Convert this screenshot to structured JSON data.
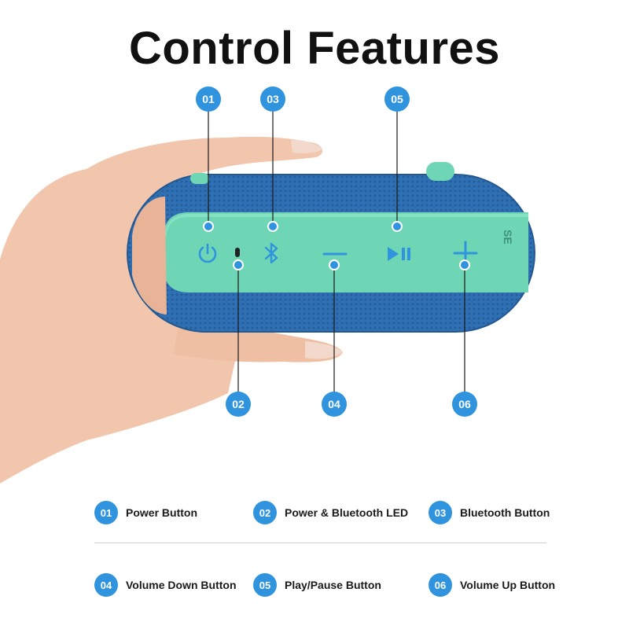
{
  "title": "Control Features",
  "brand_partial": "SE",
  "colors": {
    "accent": "#2f93dd",
    "speaker_fabric": "#2f6fb3",
    "control_panel": "#6ed6b4",
    "skin": "#f1c6ad"
  },
  "icons": {
    "power": "power-icon",
    "led": "led-indicator-icon",
    "bluetooth": "bluetooth-icon",
    "volume_down": "minus-icon",
    "play_pause": "play-pause-icon",
    "volume_up": "plus-icon"
  },
  "callouts": [
    {
      "number": "01",
      "label": "Power Button"
    },
    {
      "number": "02",
      "label": "Power & Bluetooth LED"
    },
    {
      "number": "03",
      "label": "Bluetooth Button"
    },
    {
      "number": "04",
      "label": "Volume Down Button"
    },
    {
      "number": "05",
      "label": "Play/Pause Button"
    },
    {
      "number": "06",
      "label": "Volume Up Button"
    }
  ]
}
